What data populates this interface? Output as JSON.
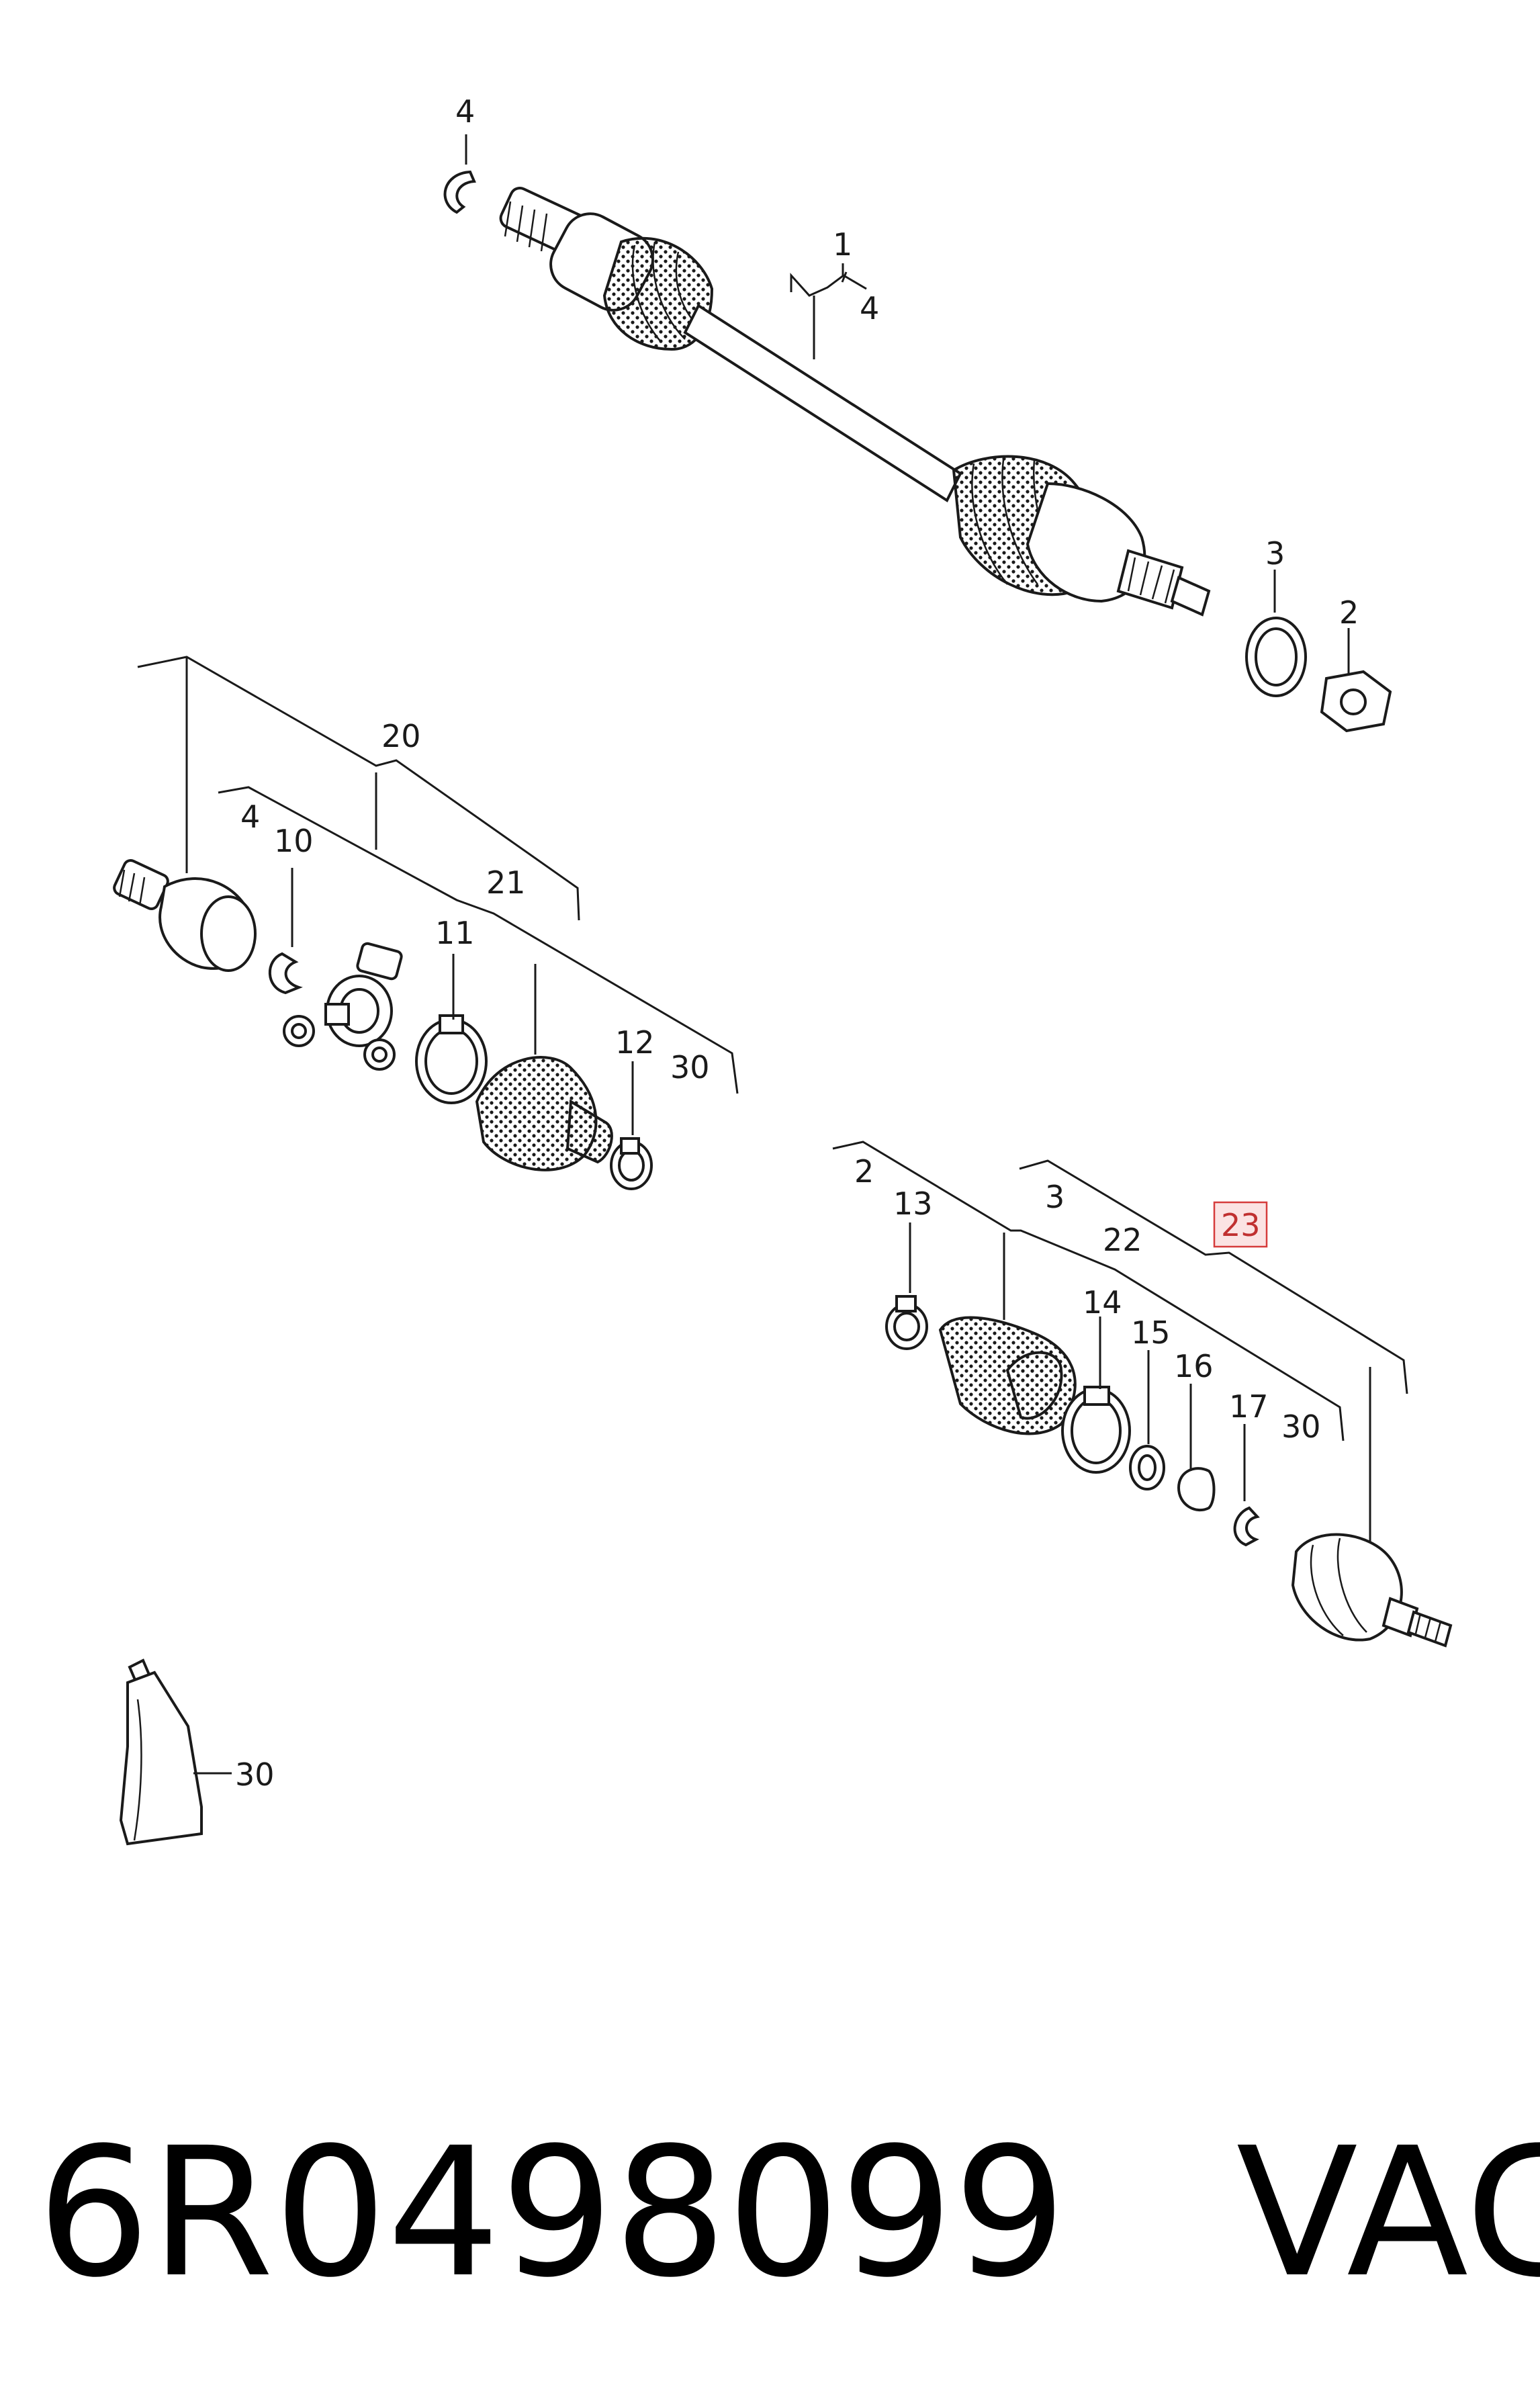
{
  "callouts": {
    "c4_top": "4",
    "c1": "1",
    "c4_under1": "4",
    "c3_top": "3",
    "c2_top": "2",
    "c20": "20",
    "c4_left": "4",
    "c10": "10",
    "c21": "21",
    "c11": "11",
    "c12": "12",
    "c30_left": "30",
    "c2_right": "2",
    "c13": "13",
    "c3_right": "3",
    "c22": "22",
    "c23": "23",
    "c14": "14",
    "c15": "15",
    "c16": "16",
    "c17": "17",
    "c30_right": "30",
    "c30_grease": "30"
  },
  "highlight": {
    "item": "23",
    "fill": "#fbe3e3",
    "stroke": "#d63c3c"
  },
  "footer": {
    "part_number": "6R0498099",
    "brand": "VAG"
  }
}
